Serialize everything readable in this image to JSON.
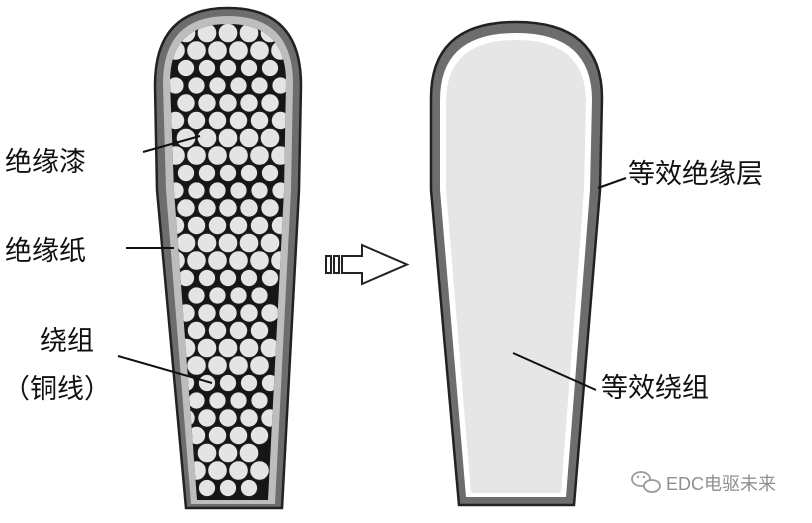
{
  "labels": {
    "enamel": "绝缘漆",
    "paper": "绝缘纸",
    "winding_line1": "绕组",
    "winding_line2": "（铜线）",
    "eq_insulation": "等效绝缘层",
    "eq_winding": "等效绕组"
  },
  "watermark": {
    "icon": "wechat-icon",
    "text": "EDC电驱未来"
  },
  "colors": {
    "outer_shell": "#6d6d6d",
    "outline": "#222222",
    "paper_layer": "#bdbdbd",
    "interior": "#e6e6e6",
    "wire_fill": "#e4e4e4",
    "pack_background": "#161616"
  }
}
